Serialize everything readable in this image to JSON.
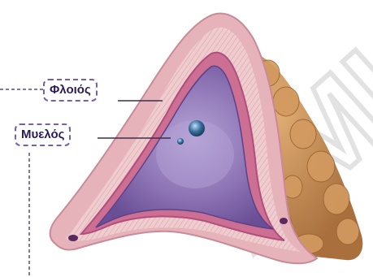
{
  "diagram": {
    "labels": {
      "cortex": "Φλοιός",
      "medulla": "Μυελός"
    },
    "watermark": "ΑΜΗ",
    "colors": {
      "cortex_outer": "#ecc3c6",
      "cortex_stripe": "#d998a8",
      "cortex_inner_band": "#c35a86",
      "medulla": "#8c73b4",
      "medulla_light": "#b6a4d6",
      "vessel": "#3a6f9e",
      "fat": "#c28a55",
      "label_border": "#7a5fa8",
      "leader_line": "#5a4a6a"
    }
  }
}
